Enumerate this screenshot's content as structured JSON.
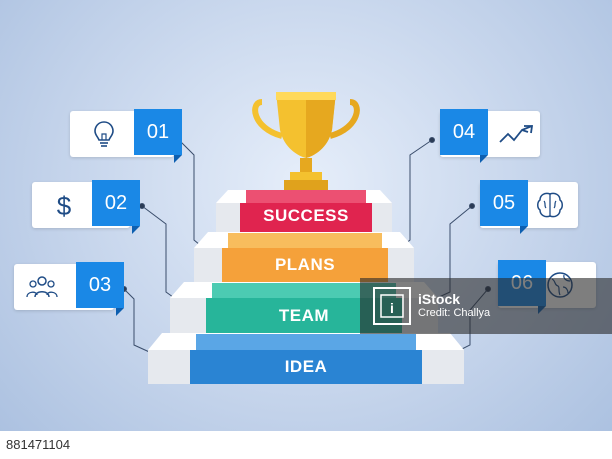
{
  "steps": [
    {
      "label": "SUCCESS",
      "color": "#e0244f"
    },
    {
      "label": "PLANS",
      "color": "#f5a13a"
    },
    {
      "label": "TEAM",
      "color": "#27b59a"
    },
    {
      "label": "IDEA",
      "color": "#2a84d3"
    }
  ],
  "cards": [
    {
      "number": "01",
      "icon": "lightbulb-icon"
    },
    {
      "number": "02",
      "icon": "dollar-icon"
    },
    {
      "number": "03",
      "icon": "people-icon"
    },
    {
      "number": "04",
      "icon": "trend-arrow-icon"
    },
    {
      "number": "05",
      "icon": "brain-icon"
    },
    {
      "number": "06",
      "icon": "globe-icon"
    }
  ],
  "trophy": {
    "icon": "trophy-icon",
    "color": "#f4c12f"
  },
  "watermark": {
    "brand": "iStock",
    "credit": "Credit: Challya"
  },
  "footer": {
    "image_id": "881471104"
  }
}
